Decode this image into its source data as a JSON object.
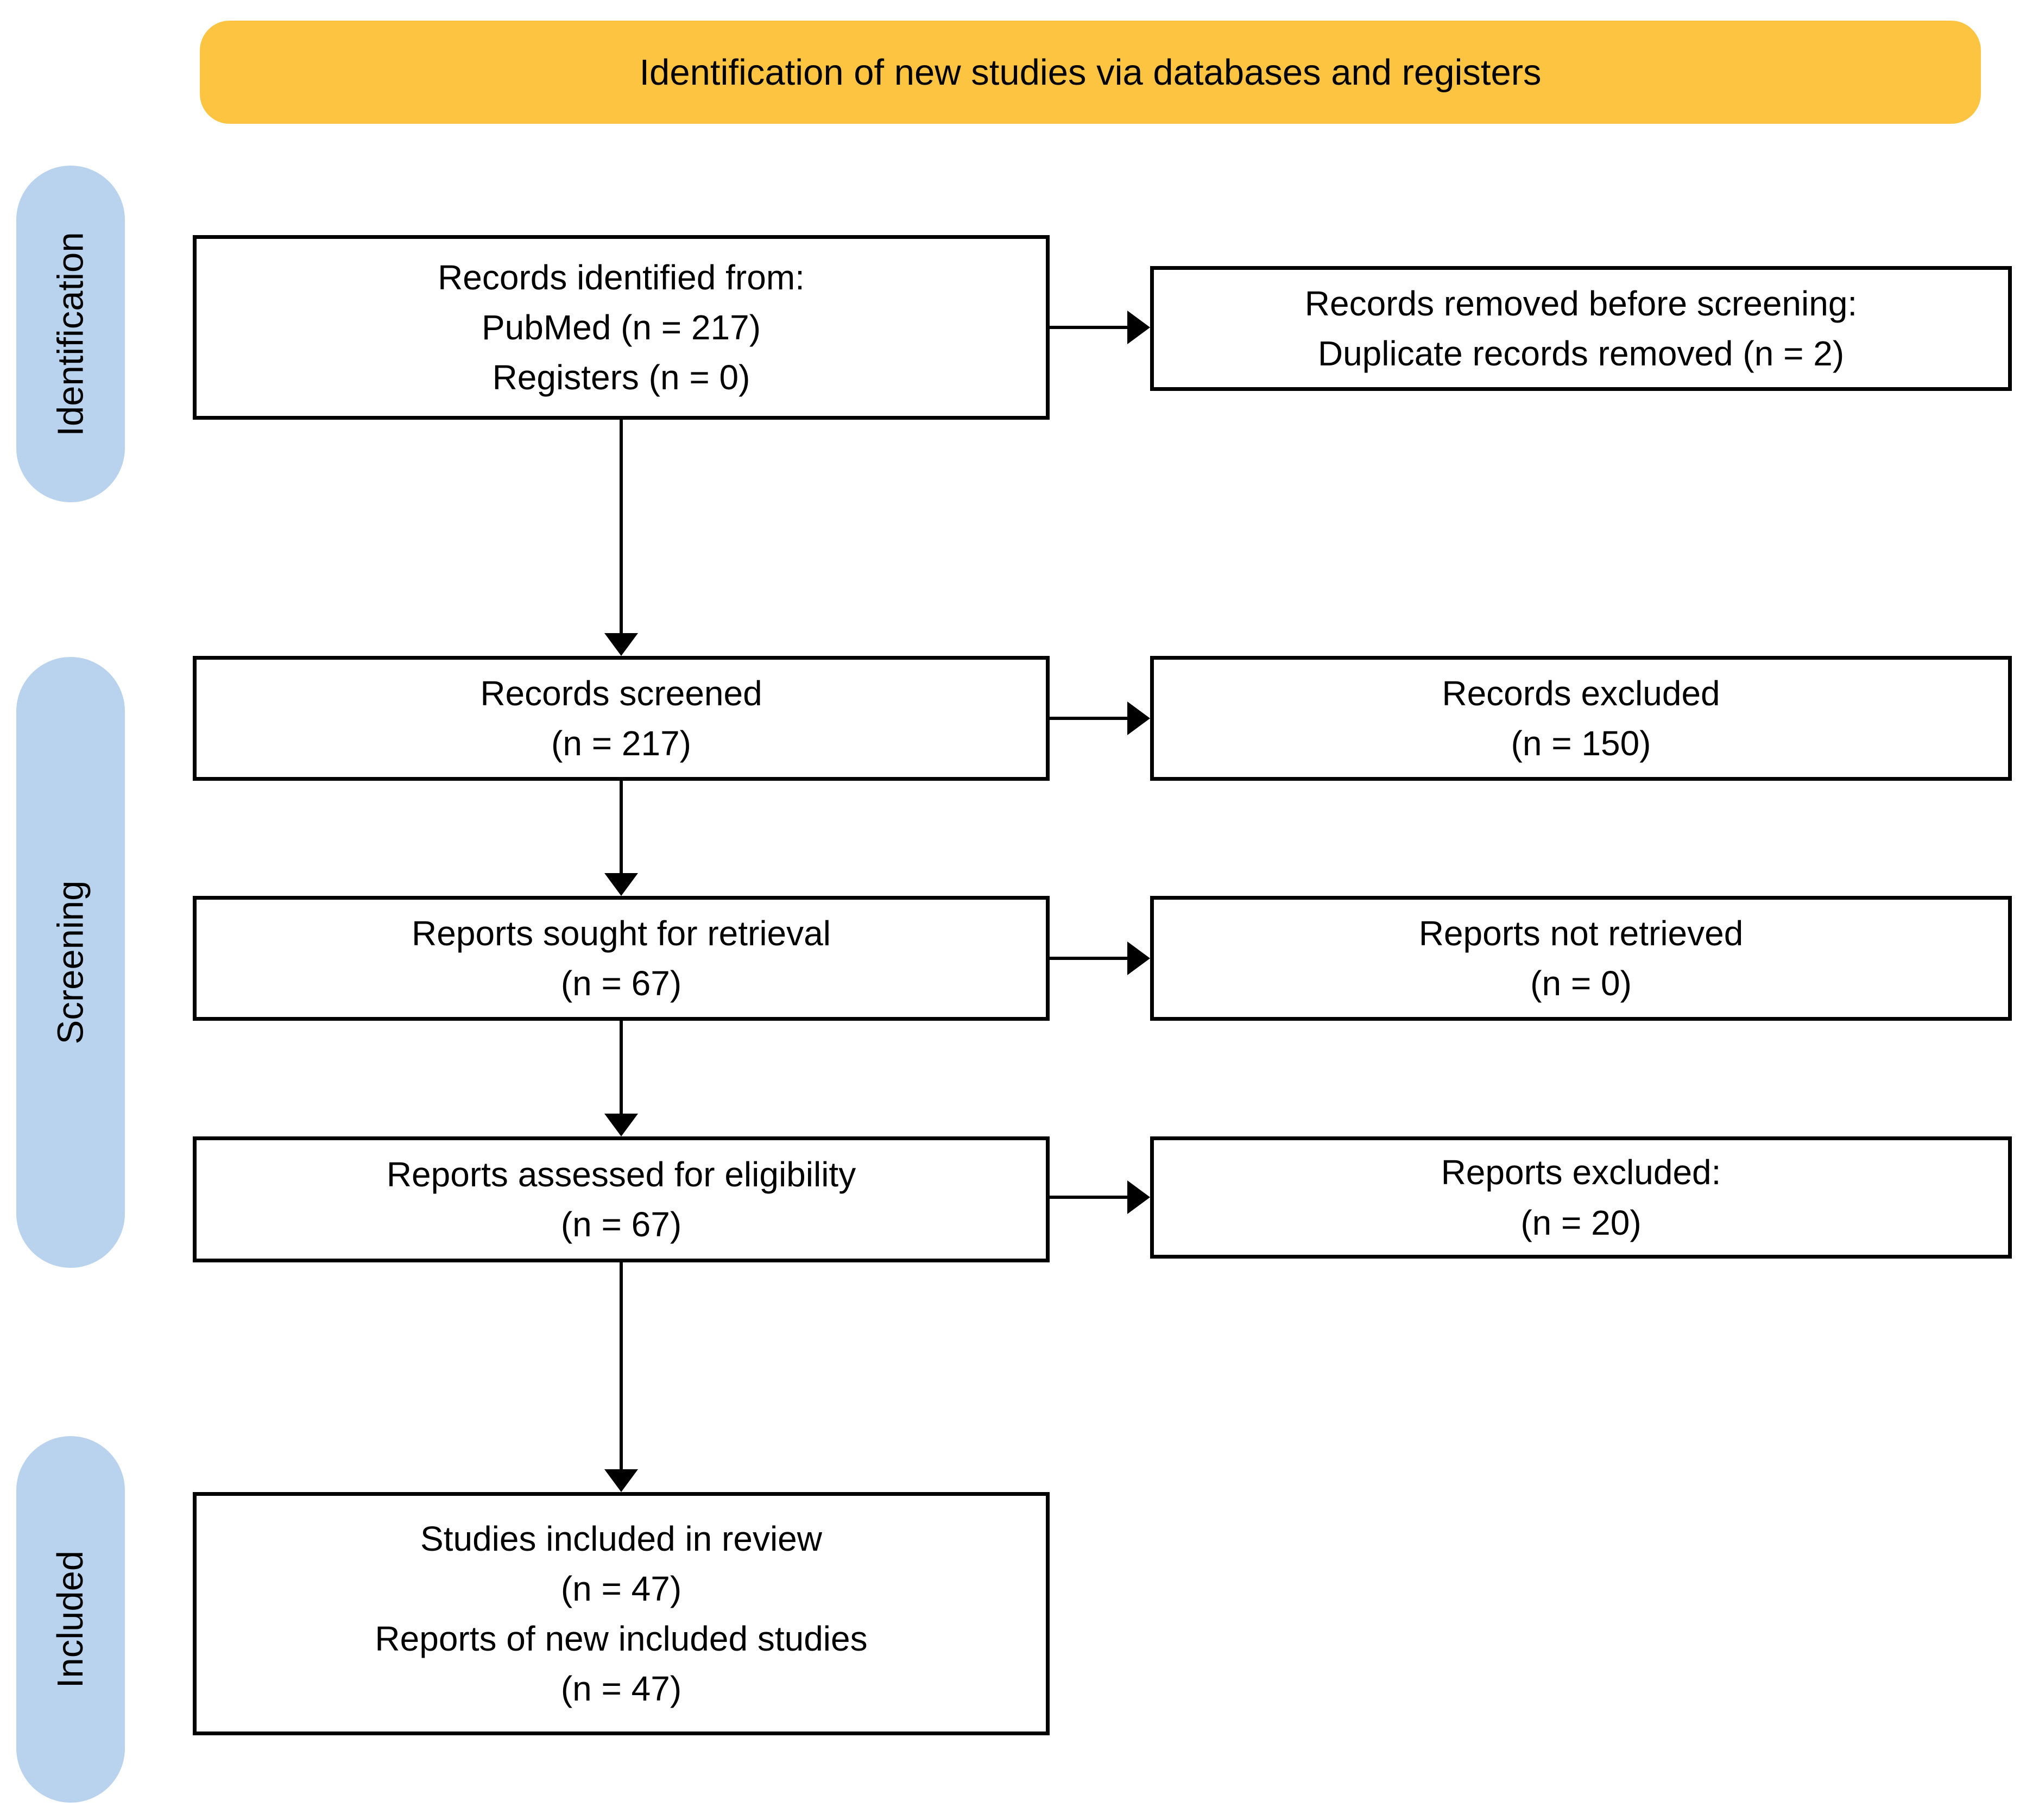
{
  "colors": {
    "banner_bg": "#FCC440",
    "stage_bg": "#B9D3EE",
    "box_bg": "#FFFFFF",
    "box_border": "#000000",
    "arrow": "#000000"
  },
  "banner": {
    "label": "Identification of new studies via databases and registers"
  },
  "stages": [
    {
      "label": "Identification"
    },
    {
      "label": "Screening"
    },
    {
      "label": "Included"
    }
  ],
  "flow": {
    "records_identified": {
      "lines": [
        "Records identified from:",
        "PubMed (n = 217)",
        "Registers (n = 0)"
      ]
    },
    "records_removed": {
      "lines": [
        "Records removed before screening:",
        "Duplicate records removed (n = 2)"
      ]
    },
    "records_screened": {
      "lines": [
        "Records screened",
        "(n = 217)"
      ]
    },
    "records_excluded": {
      "lines": [
        "Records excluded",
        "(n = 150)"
      ]
    },
    "reports_sought": {
      "lines": [
        "Reports sought for retrieval",
        "(n = 67)"
      ]
    },
    "reports_not_retrieved": {
      "lines": [
        "Reports not retrieved",
        "(n = 0)"
      ]
    },
    "reports_assessed": {
      "lines": [
        "Reports assessed for eligibility",
        "(n = 67)"
      ]
    },
    "reports_excluded": {
      "lines": [
        "Reports excluded:",
        "(n = 20)"
      ]
    },
    "studies_included": {
      "lines": [
        "Studies included in review",
        "(n = 47)",
        "Reports of new included studies",
        "(n = 47)"
      ]
    }
  }
}
